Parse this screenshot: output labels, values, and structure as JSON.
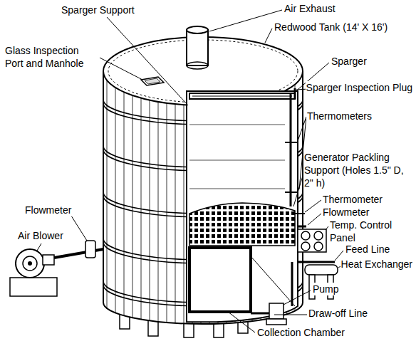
{
  "diagram": {
    "labels": [
      "Sparger Support",
      "Air Exhaust",
      "Redwood Tank (14' X 16')",
      "Glass Inspection Port and Manhole",
      "Sparger",
      "Sparger Inspection Plug",
      "Thermometers",
      "Generator Packling Support (Holes 1.5\" D, 2\" h)",
      "Thermometer",
      "Flowmeter",
      "Temp. Control Panel",
      "Feed Line",
      "Heat Exchanger",
      "Pump",
      "Draw-off Line",
      "Collection Chamber",
      "Flowmeter",
      "Air Blower"
    ]
  }
}
